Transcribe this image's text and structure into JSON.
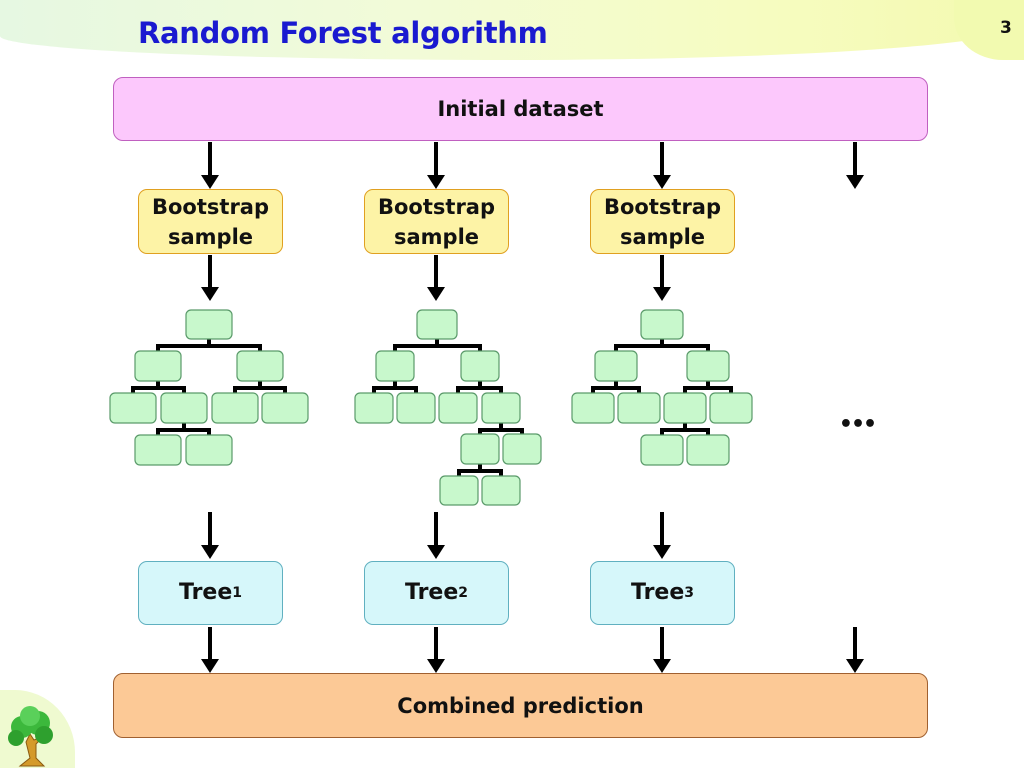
{
  "title": "Random Forest algorithm",
  "page_number": "3",
  "initial_dataset": "Initial dataset",
  "bootstrap_samples": [
    {
      "line1": "Bootstrap",
      "line2": "sample"
    },
    {
      "line1": "Bootstrap",
      "line2": "sample"
    },
    {
      "line1": "Bootstrap",
      "line2": "sample"
    }
  ],
  "trees": [
    {
      "label": "Tree",
      "index": "1"
    },
    {
      "label": "Tree",
      "index": "2"
    },
    {
      "label": "Tree",
      "index": "3"
    }
  ],
  "ellipsis": "•••",
  "combined_prediction": "Combined prediction",
  "colors": {
    "title": "#1a1ad0",
    "node_fill": "#c8f8cc",
    "node_stroke": "#5a9a6a"
  }
}
